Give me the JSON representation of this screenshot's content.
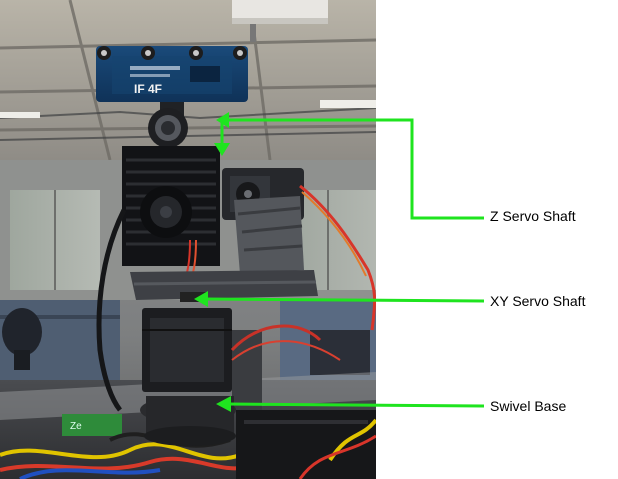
{
  "labels": {
    "z_servo": "Z Servo Shaft",
    "xy_servo": "XY Servo Shaft",
    "swivel": "Swivel Base"
  },
  "board_text": {
    "brand": "IF 4F"
  },
  "colors": {
    "arrow": "#1fe41f",
    "label_text": "#000000",
    "background": "#ffffff"
  }
}
